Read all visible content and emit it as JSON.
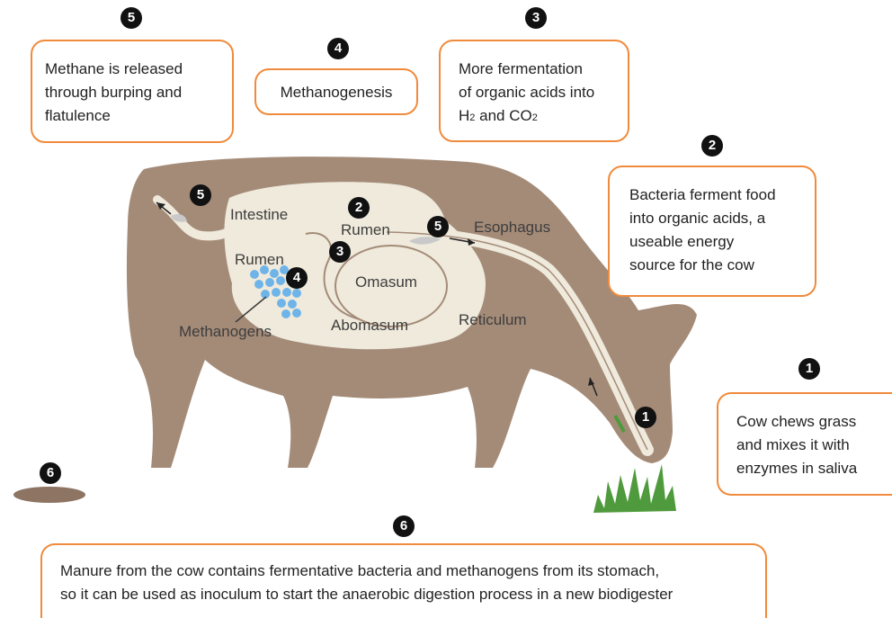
{
  "steps": [
    {
      "number": "1",
      "text": [
        "Cow chews grass",
        "and mixes it with",
        "enzymes in saliva"
      ]
    },
    {
      "number": "2",
      "text": [
        "Bacteria ferment food",
        "into organic acids, a",
        "useable energy",
        "source for the cow"
      ]
    },
    {
      "number": "3",
      "text_line1": "More fermentation",
      "text_line2": "of organic acids into",
      "h_part": "H",
      "h_sub": "2",
      "and_part": " and CO",
      "co_sub": "2"
    },
    {
      "number": "4",
      "text": [
        "Methanogenesis"
      ]
    },
    {
      "number": "5",
      "text": [
        "Methane is released",
        "through burping and",
        "flatulence"
      ]
    },
    {
      "number": "6",
      "text": [
        "Manure from the cow contains fermentative bacteria and methanogens from its stomach,",
        "so it can be used as inoculum to start the anaerobic digestion process in a new biodigester"
      ]
    }
  ],
  "labels": {
    "intestine": "Intestine",
    "rumen_top": "Rumen",
    "rumen_left": "Rumen",
    "esophagus": "Esophagus",
    "omasum": "Omasum",
    "abomasum": "Abomasum",
    "reticulum": "Reticulum",
    "methanogens": "Methanogens"
  },
  "colors": {
    "cow_body": "#a48b78",
    "stomach": "#efeadc",
    "box_border": "#f08a3c",
    "methanogen_dots": "#6fb4e8",
    "grass": "#4f9a3c",
    "manure": "#8d7463"
  }
}
